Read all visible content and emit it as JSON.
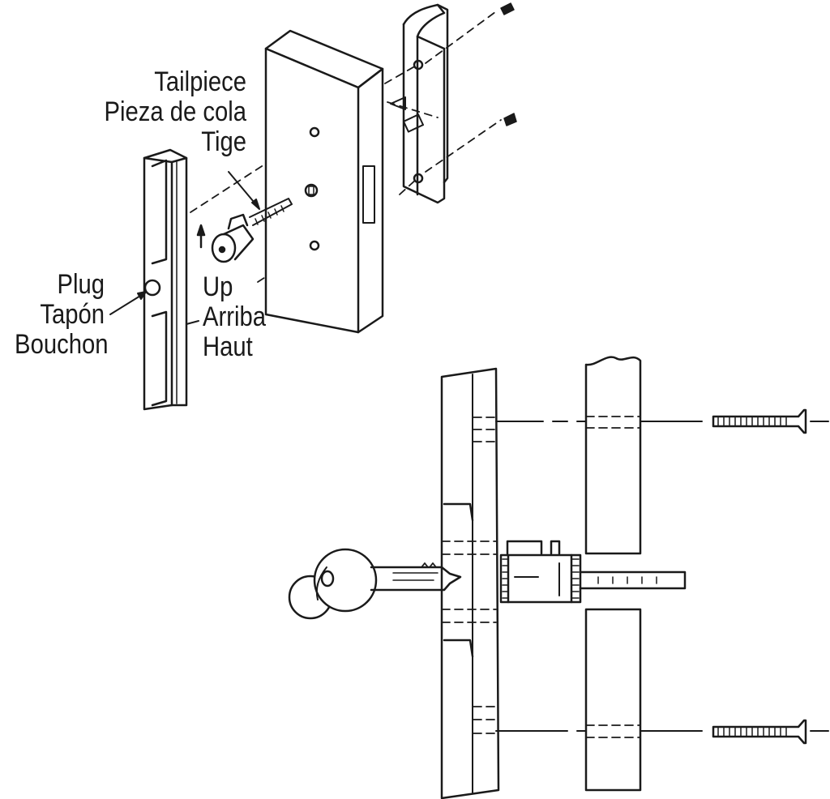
{
  "labels": {
    "tailpiece": [
      "Tailpiece",
      "Pieza de cola",
      "Tige"
    ],
    "plug": [
      "Plug",
      "Tapón",
      "Bouchon"
    ],
    "up": [
      "Up",
      "Arriba",
      "Haut"
    ]
  },
  "colors": {
    "line": "#1a1a1a",
    "background": "#ffffff"
  }
}
